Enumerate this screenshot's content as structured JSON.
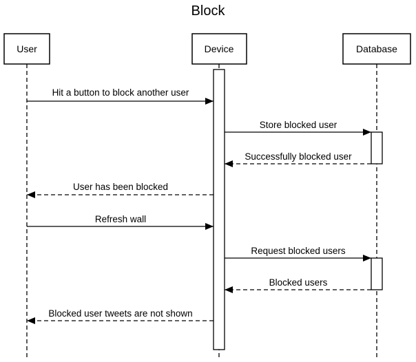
{
  "diagram": {
    "title": "Block",
    "participants": [
      {
        "id": "user",
        "label": "User"
      },
      {
        "id": "device",
        "label": "Device"
      },
      {
        "id": "database",
        "label": "Database"
      }
    ],
    "messages": [
      {
        "label": "Hit a button to block another user",
        "from": "user",
        "to": "device",
        "style": "solid"
      },
      {
        "label": "Store blocked user",
        "from": "device",
        "to": "database",
        "style": "solid"
      },
      {
        "label": "Successfully blocked user",
        "from": "database",
        "to": "device",
        "style": "dashed"
      },
      {
        "label": "User has been blocked",
        "from": "device",
        "to": "user",
        "style": "dashed"
      },
      {
        "label": "Refresh wall",
        "from": "user",
        "to": "device",
        "style": "solid"
      },
      {
        "label": "Request blocked users",
        "from": "device",
        "to": "database",
        "style": "solid"
      },
      {
        "label": "Blocked users",
        "from": "database",
        "to": "device",
        "style": "dashed"
      },
      {
        "label": "Blocked user tweets are not shown",
        "from": "device",
        "to": "user",
        "style": "dashed"
      }
    ]
  }
}
